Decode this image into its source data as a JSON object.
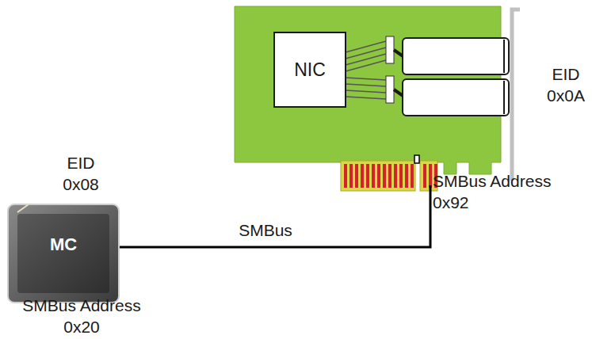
{
  "diagram": {
    "nodes": [
      {
        "text": [
          "NIC"
        ]
      },
      {
        "text": [
          "MC"
        ]
      }
    ],
    "labels": [
      "EID 0x0A",
      "SMBus Address 0x92",
      "EID 0x08",
      "SMBus",
      "SMBus Address 0x20"
    ]
  }
}
